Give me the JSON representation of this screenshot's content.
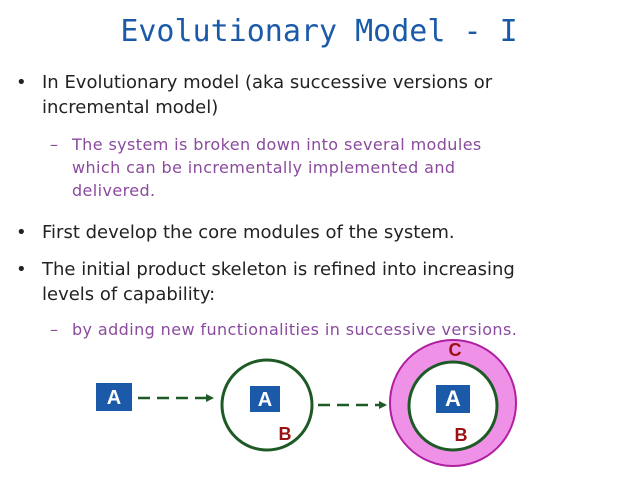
{
  "slide": {
    "title": "Evolutionary Model - I",
    "bullet_symbol": "•",
    "dash_symbol": "–",
    "bullets": [
      {
        "line1": "In Evolutionary model (aka successive versions or",
        "line2": "incremental  model)"
      },
      {
        "sub1": "The system is broken down into several modules",
        "sub2": "which can be incrementally implemented and",
        "sub3": "delivered."
      },
      {
        "line1": "First develop the core modules of the system."
      },
      {
        "line1": "The initial product skeleton is refined into increasing",
        "line2": "levels of capability:"
      },
      {
        "sub1": "by adding new functionalities in successive versions."
      }
    ]
  },
  "diagram": {
    "module_a": "A",
    "module_b": "B",
    "module_c": "C",
    "colors": {
      "blue": "#1a5aa8",
      "green": "#1e5a26",
      "pink": "#f091e8",
      "magenta": "#b01fa0",
      "dark_red": "#9b1010"
    }
  }
}
